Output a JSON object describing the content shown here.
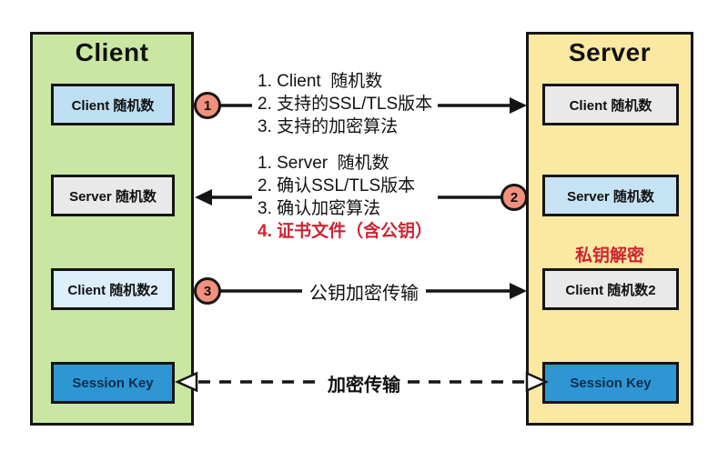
{
  "client_panel": {
    "title": "Client",
    "boxes": [
      {
        "label": "Client 随机数"
      },
      {
        "label": "Server 随机数"
      },
      {
        "label": "Client 随机数2"
      },
      {
        "label": "Session Key"
      }
    ]
  },
  "server_panel": {
    "title": "Server",
    "decrypt_label": "私钥解密",
    "boxes": [
      {
        "label": "Client 随机数"
      },
      {
        "label": "Server 随机数"
      },
      {
        "label": "Client 随机数2"
      },
      {
        "label": "Session Key"
      }
    ]
  },
  "messages": [
    {
      "step_badge": "1",
      "direction": "client-to-server",
      "lines": [
        "1. Client  随机数",
        "2. 支持的SSL/TLS版本",
        "3. 支持的加密算法"
      ]
    },
    {
      "step_badge": "2",
      "direction": "server-to-client",
      "lines": [
        "1. Server  随机数",
        "2. 确认SSL/TLS版本",
        "3. 确认加密算法"
      ],
      "highlight_line": "4. 证书文件（含公钥）"
    },
    {
      "step_badge": "3",
      "direction": "client-to-server",
      "label": "公钥加密传输"
    },
    {
      "direction": "bidirectional",
      "style": "dashed",
      "label": "加密传输"
    }
  ],
  "colors": {
    "client_panel_bg": "#c9e7a3",
    "server_panel_bg": "#fce9a1",
    "client_random_box": "#bedff2",
    "client_random2_box": "#dbeefa",
    "server_random_box": "#c6e3f4",
    "gray_box": "#e9e9e9",
    "session_key_box": "#2e96d3",
    "step_badge_bg": "#f2907e",
    "highlight_red": "#ce2431",
    "line_color": "#151515"
  }
}
